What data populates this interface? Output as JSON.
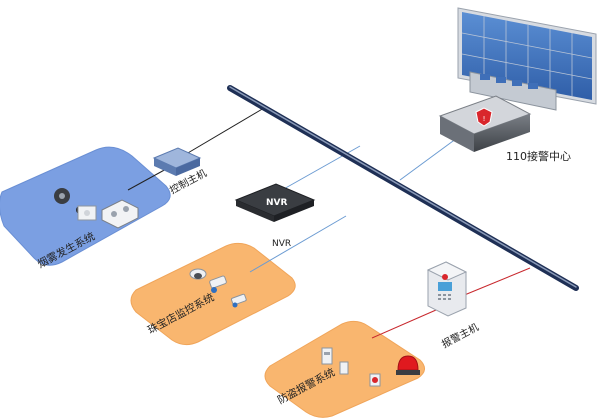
{
  "labels": {
    "control_host": "控制主机",
    "nvr_device": "NVR",
    "nvr_caption": "NVR",
    "center": "110接警中心",
    "alarm_host": "报警主机"
  },
  "zones": {
    "smoke": "烟雾发生系统",
    "jewelry": "珠宝店监控系统",
    "antitheft": "防盗报警系统"
  },
  "colors": {
    "smoke_zone": "#7b9fe2",
    "orange_zones": "#f9b66f",
    "backbone": "#2b3f6b",
    "link_black": "#222222",
    "link_blue": "#6b9bd2",
    "link_red": "#c8282d"
  }
}
